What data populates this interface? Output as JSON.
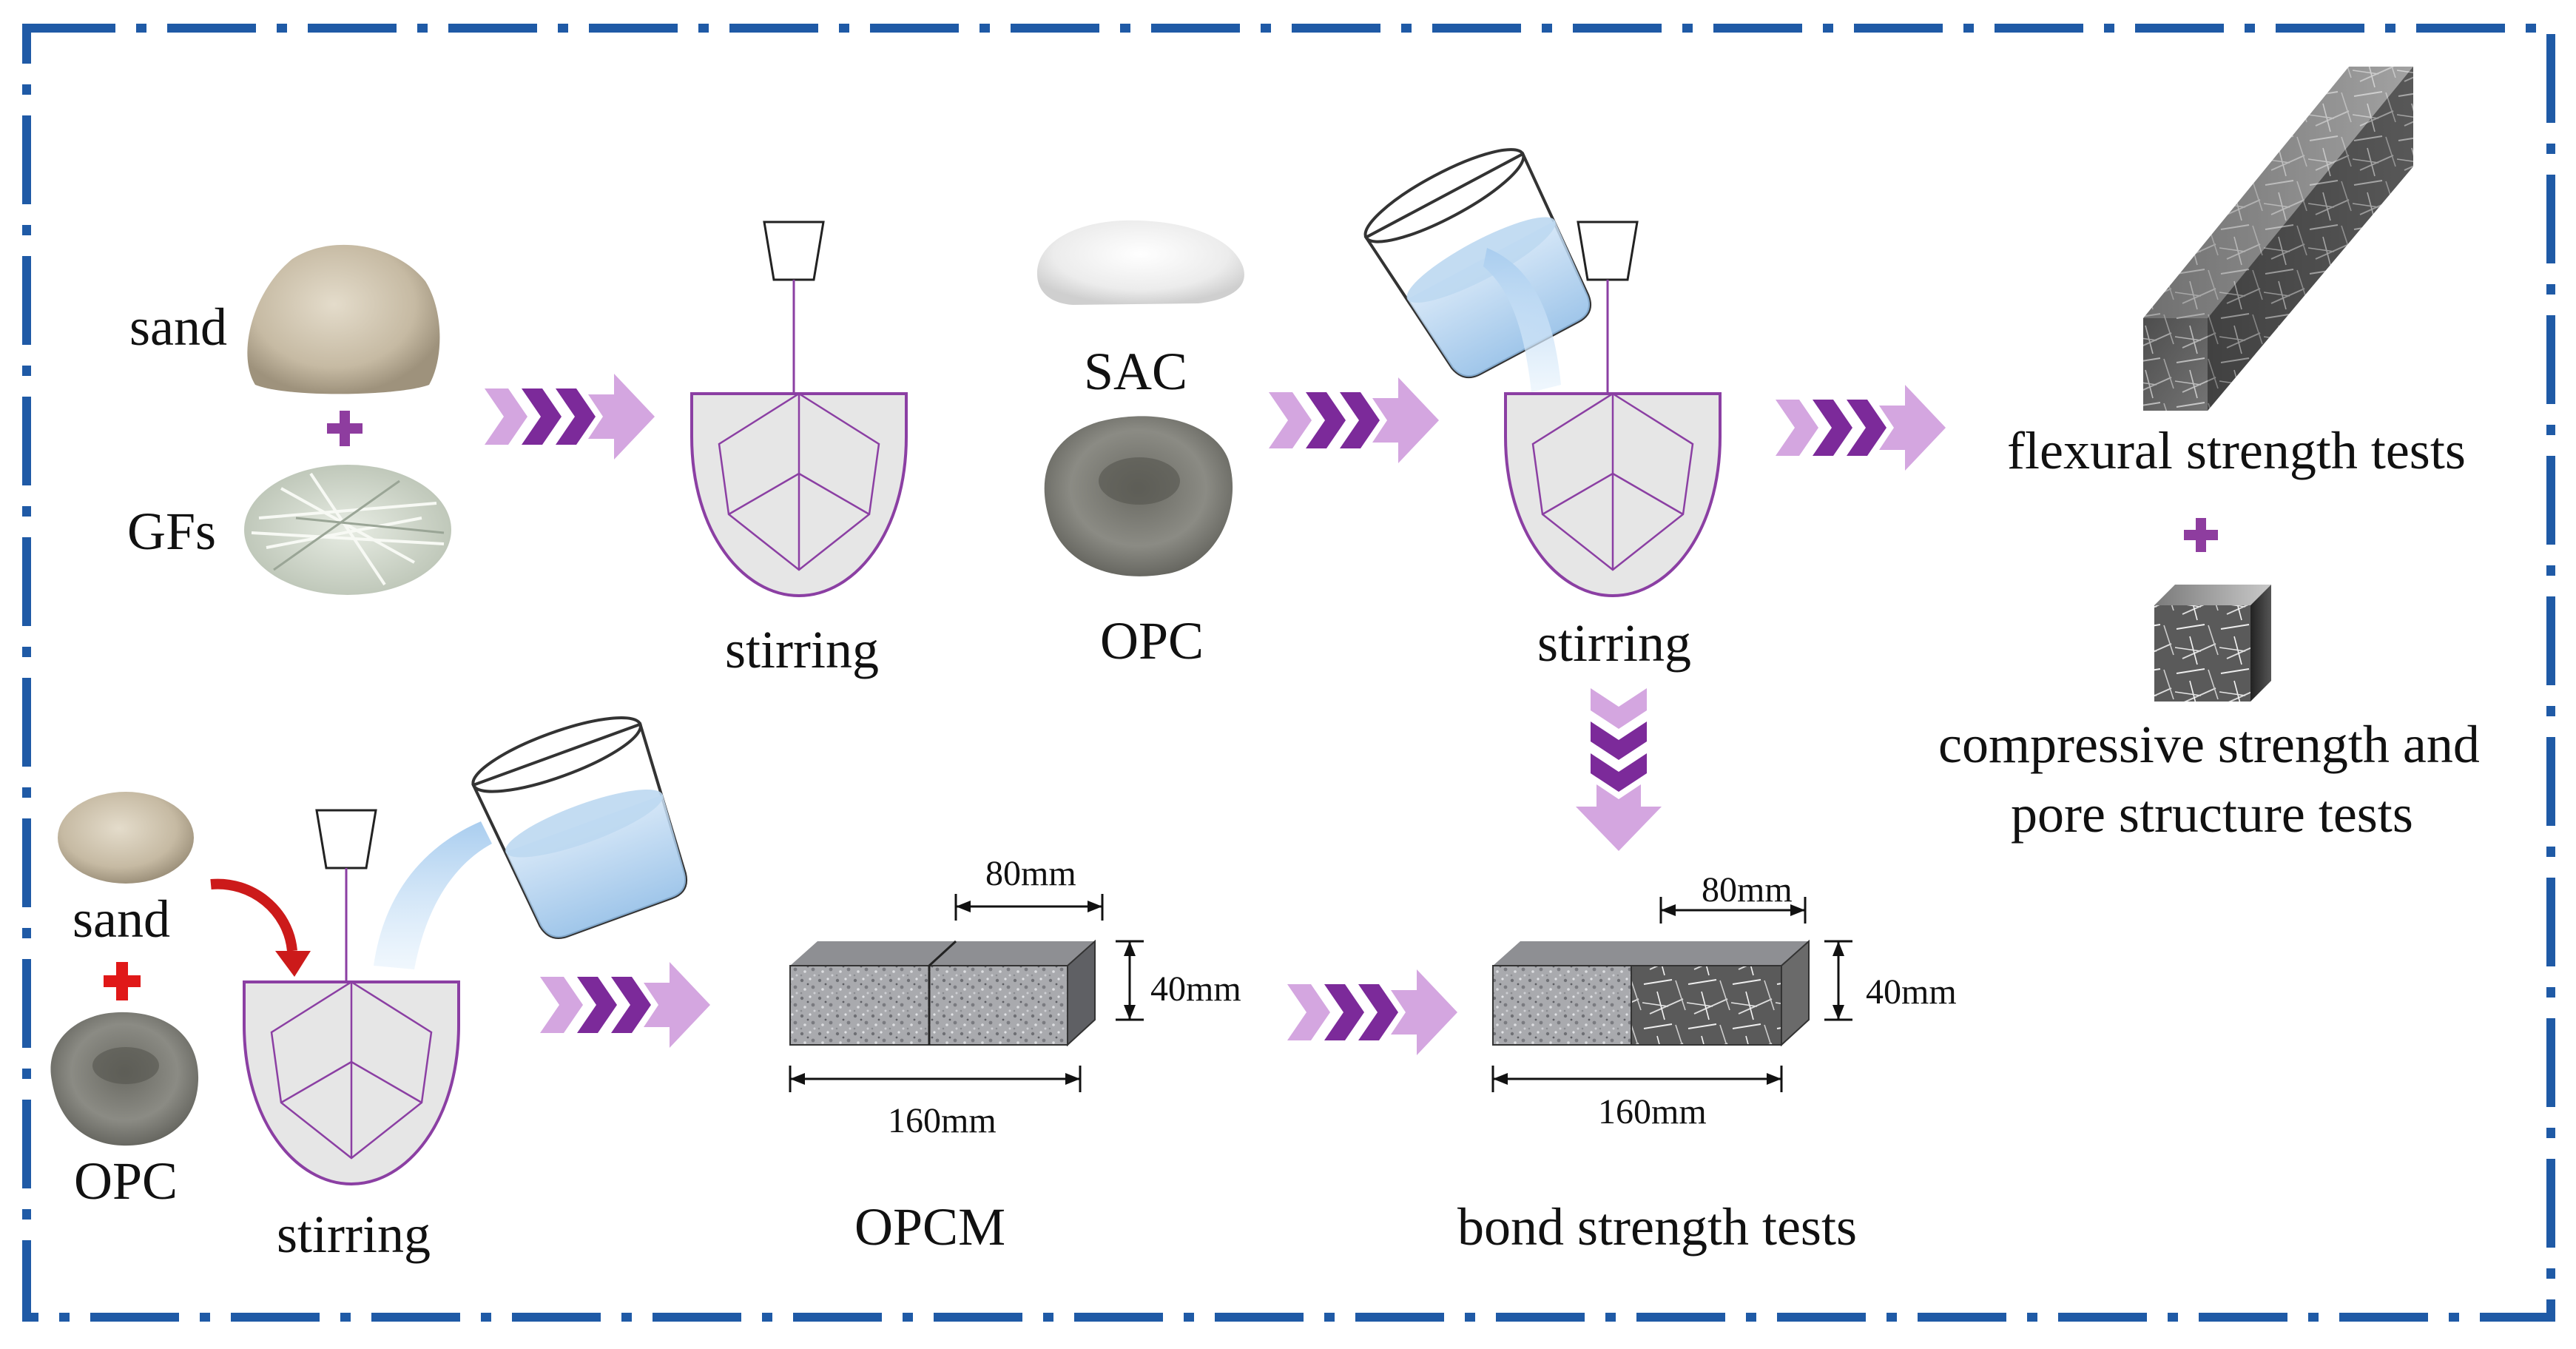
{
  "colors": {
    "frame": "#1f5aa6",
    "mixer_outline": "#8b3fa3",
    "arrow_light": "#d4a6e0",
    "arrow_dark": "#7c2a9a",
    "plus_purple": "#8e3d9f",
    "plus_red": "#e01818",
    "curve_arrow": "#cc1a1a"
  },
  "top_row": {
    "sand_label": "sand",
    "gfs_label": "GFs",
    "stirring_1": "stirring",
    "sac_label": "SAC",
    "opc_label": "OPC",
    "stirring_2": "stirring",
    "flexural_label": "flexural strength tests",
    "compressive_label_line1": "compressive strength and",
    "compressive_label_line2": "pore structure tests"
  },
  "bottom_row": {
    "sand_label": "sand",
    "opc_label": "OPC",
    "stirring_3": "stirring",
    "opcm_label": "OPCM",
    "opcm_dims": {
      "length": "160mm",
      "half": "80mm",
      "height": "40mm"
    },
    "bond_label": "bond strength tests",
    "bond_dims": {
      "length": "160mm",
      "half": "80mm",
      "height": "40mm"
    }
  },
  "icons": [
    "sand-pile-icon",
    "glass-fibers-icon",
    "mixer-bowl-icon",
    "sac-powder-icon",
    "opc-powder-icon",
    "pouring-beaker-icon",
    "fiber-beam-icon",
    "fiber-cube-icon",
    "mortar-prism-icon",
    "chevron-arrow-icon",
    "curved-arrow-icon",
    "plus-icon"
  ]
}
